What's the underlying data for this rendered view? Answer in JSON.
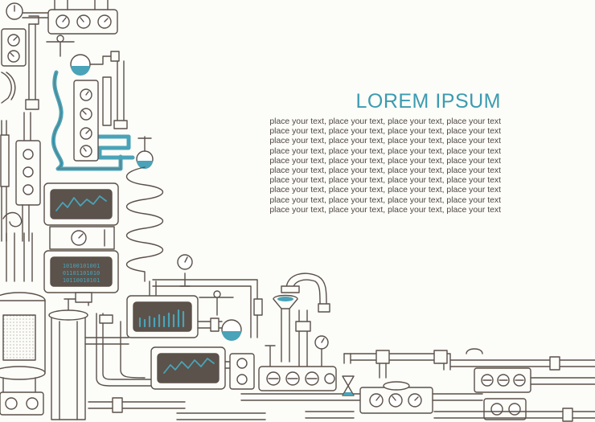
{
  "headline": "LOREM IPSUM",
  "body_lines": [
    "place your text, place your text, place your text, place your text",
    "place your text, place your text, place your text, place your text",
    "place your text, place your text, place your text, place your text",
    "place your text, place your text, place your text, place your text",
    "place your text, place your text, place your text, place your text",
    "place your text, place your text, place your text, place your text",
    "place your text, place your text, place your text, place your text",
    "place your text, place your text, place your text, place your text",
    "place your text, place your text, place your text, place your text",
    "place your text, place your text, place your text, place your text"
  ],
  "screen_digits": [
    "10100101001",
    "01101101010",
    "10110010101"
  ],
  "colors": {
    "background": "#fcfcf8",
    "ink": "#5a5049",
    "accent": "#4aa3b8",
    "screen": "#5b524b"
  }
}
